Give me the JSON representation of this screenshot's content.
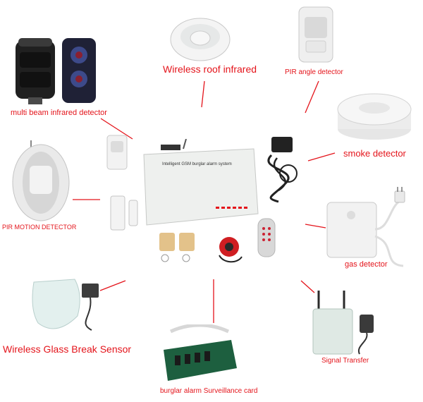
{
  "labels": {
    "multi_beam": "multi beam infrared detector",
    "wireless_roof": "Wireless roof infrared",
    "pir_angle": "PIR angle detector",
    "smoke": "smoke detector",
    "pir_motion": "PIR MOTION DETECTOR",
    "gas": "gas detector",
    "glass_break": "Wireless Glass Break Sensor",
    "signal": "Signal Transfer",
    "card": "burglar alarm Surveillance card"
  },
  "panel": {
    "title": "Intelligent GSM burglar alarm system"
  },
  "colors": {
    "label_red": "#e4141b",
    "connector_red": "#e4141b",
    "device_white": "#f2f2f0",
    "panel_body": "#ecefec"
  }
}
